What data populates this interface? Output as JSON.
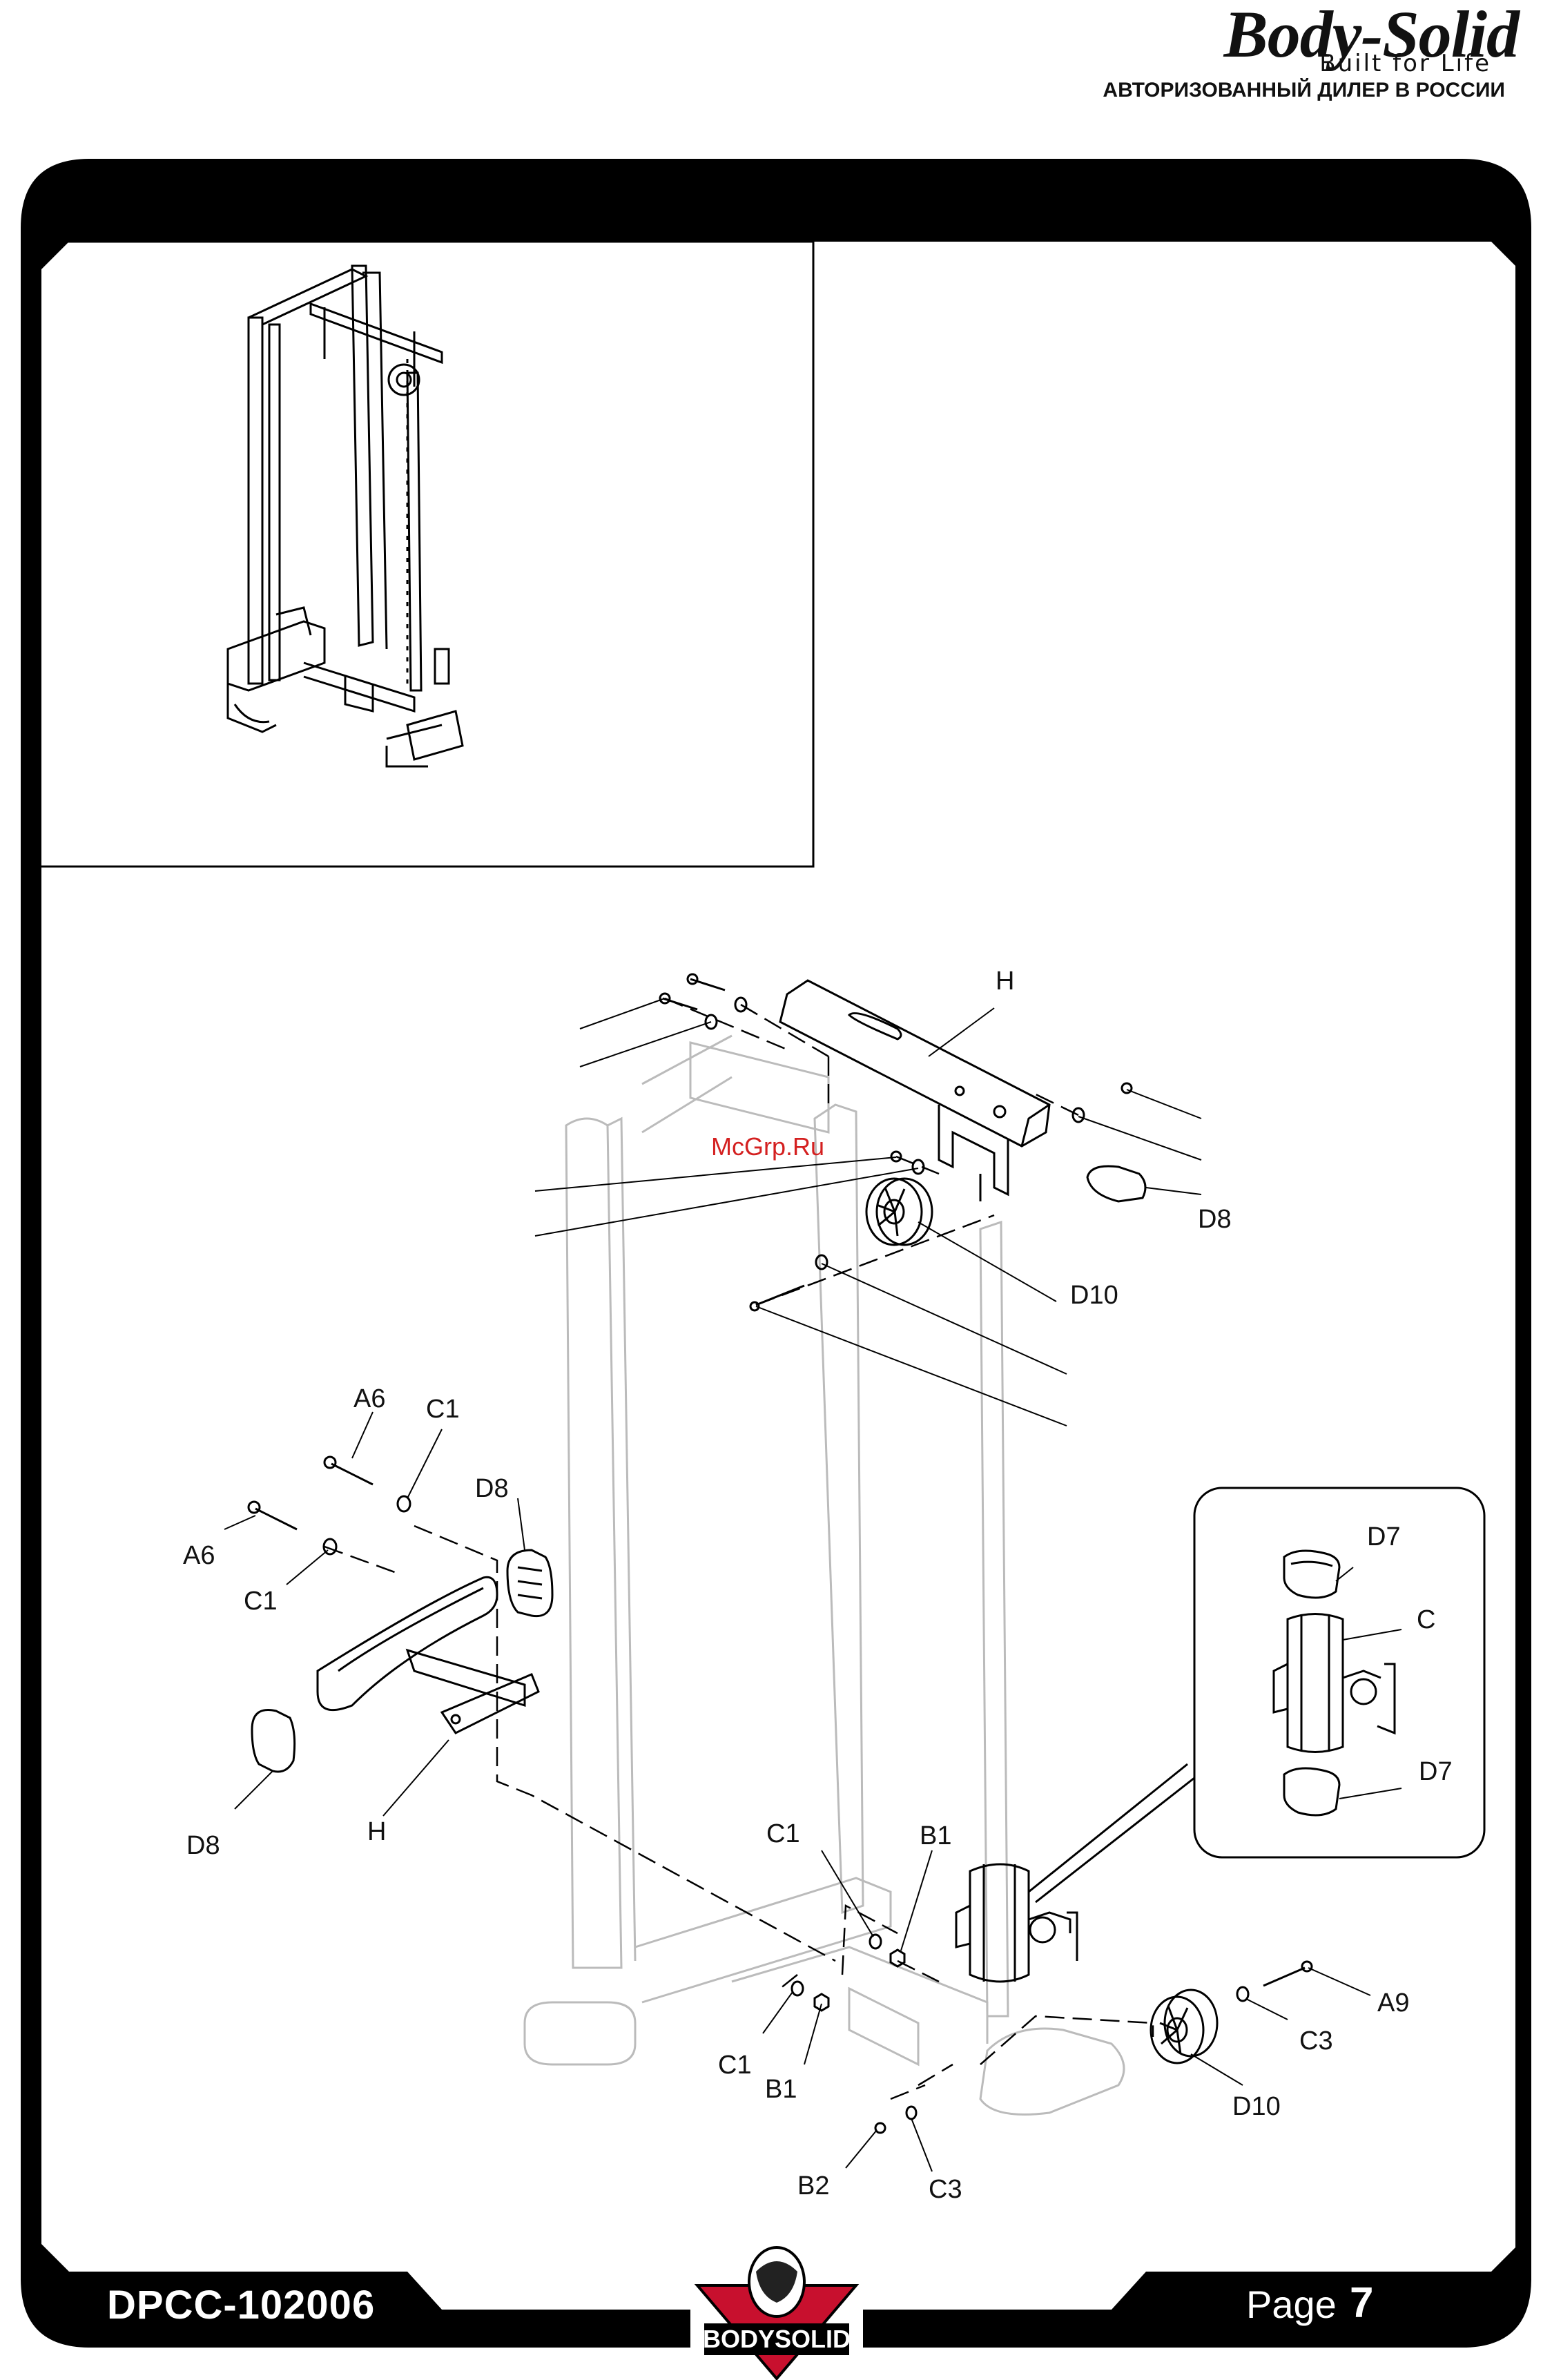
{
  "brand": {
    "logo_text": "Body-Solid",
    "tagline": "Built for Life",
    "dealer": "АВТОРИЗОВАННЫЙ ДИЛЕР В РОССИИ"
  },
  "footer": {
    "doc_code": "DPCC-102006",
    "page_label": "Page",
    "page_number": "7",
    "logo_text": "BODYSOLID"
  },
  "watermark": "McGrp.Ru",
  "labels": {
    "H_top": "H",
    "D8_right": "D8",
    "D10_top": "D10",
    "A6_upper": "A6",
    "C1_upper": "C1",
    "D8_mid": "D8",
    "A6_lower": "A6",
    "C1_lower": "C1",
    "D8_left": "D8",
    "H_left": "H",
    "C1_base_top": "C1",
    "B1_base_top": "B1",
    "C1_base_bottom": "C1",
    "B1_base_bottom": "B1",
    "B2": "B2",
    "C3_bottom": "C3",
    "D10_bottom": "D10",
    "C3_right": "C3",
    "A9": "A9",
    "D7_top": "D7",
    "C_detail": "C",
    "D7_bottom": "D7"
  },
  "colors": {
    "frame": "#000000",
    "footer_text": "#ffffff",
    "watermark": "#d42020",
    "faded_part": "#c8c8c8"
  }
}
